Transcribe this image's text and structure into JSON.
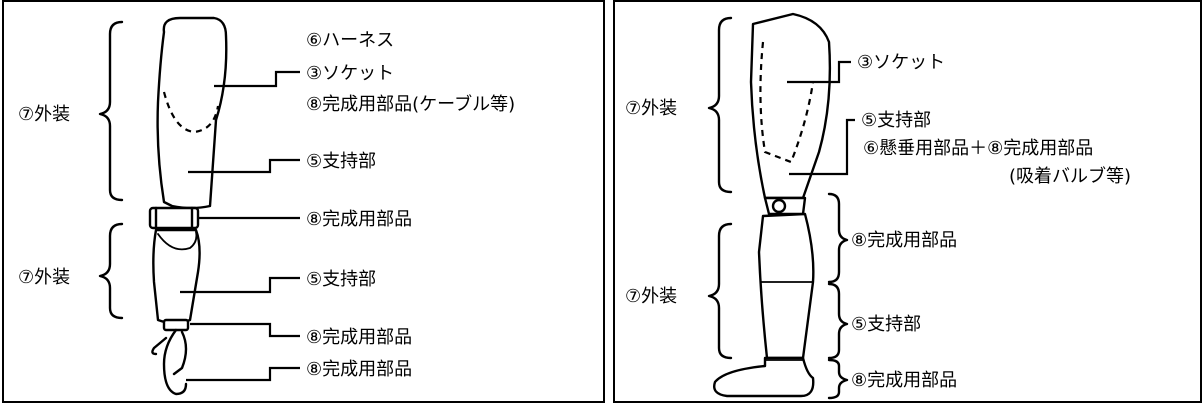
{
  "left_panel": {
    "labels": {
      "harness": "⑥ハーネス",
      "socket": "③ソケット",
      "finishing_cable": "⑧完成用部品(ケーブル等)",
      "support_upper": "⑤支持部",
      "finishing_elbow": "⑧完成用部品",
      "support_lower": "⑤支持部",
      "finishing_wrist": "⑧完成用部品",
      "finishing_hook": "⑧完成用部品",
      "cosmetic_upper": "⑦外装",
      "cosmetic_lower": "⑦外装"
    }
  },
  "right_panel": {
    "labels": {
      "socket": "③ソケット",
      "support_upper": "⑤支持部",
      "suspension": "⑥懸垂用部品＋⑧完成用部品",
      "suspension_note": "(吸着バルブ等)",
      "finishing_knee": "⑧完成用部品",
      "support_lower": "⑤支持部",
      "finishing_foot": "⑧完成用部品",
      "cosmetic": "⑦外装"
    }
  }
}
